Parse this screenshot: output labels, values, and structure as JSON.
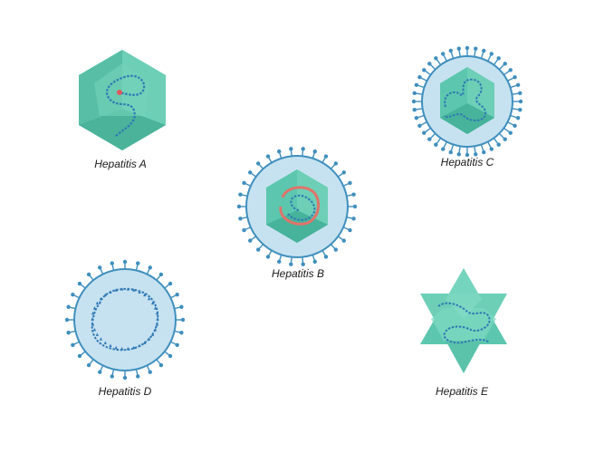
{
  "diagram": {
    "colors": {
      "capsid_light": "#7ED8C0",
      "capsid_mid": "#5CC7AE",
      "capsid_dark": "#47B39B",
      "envelope_fill": "#C6E2F0",
      "envelope_stroke": "#3F8FBE",
      "spike": "#3F8FBE",
      "genome": "#2F78B4",
      "genome_b": "#E0736A",
      "marker": "#E05A5A"
    },
    "viruses": [
      {
        "key": "a",
        "label": "Hepatitis A",
        "shape": "icosahedral-capsid",
        "enveloped": false
      },
      {
        "key": "b",
        "label": "Hepatitis B",
        "shape": "enveloped-capsid",
        "enveloped": true
      },
      {
        "key": "c",
        "label": "Hepatitis C",
        "shape": "enveloped-capsid",
        "enveloped": true
      },
      {
        "key": "d",
        "label": "Hepatitis D",
        "shape": "enveloped-circular-genome",
        "enveloped": true
      },
      {
        "key": "e",
        "label": "Hepatitis E",
        "shape": "star-capsid",
        "enveloped": false
      }
    ]
  }
}
